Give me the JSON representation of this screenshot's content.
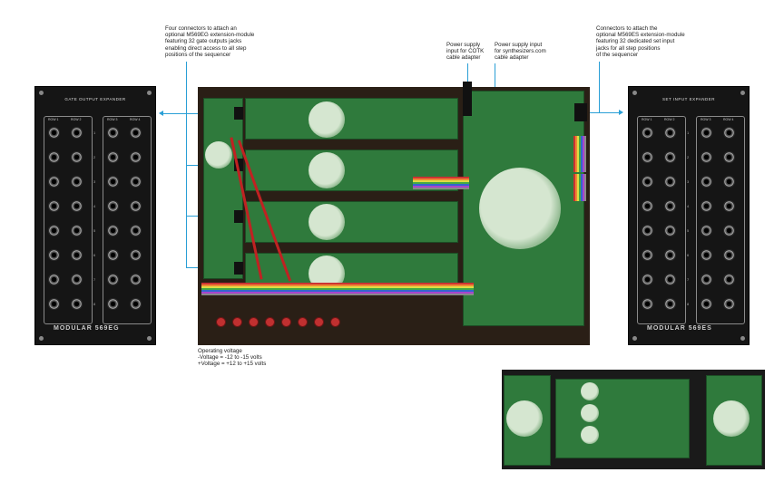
{
  "annotations": {
    "top_left": "Four connectors to attach an\noptional M569EG extension-module\nfeaturing 32 gate outputs jacks\nenabling direct access to all step\npositions of the sequencer",
    "cotk": "Power supply\ninput for COTK\ncable adapter",
    "synth": "Power supply input\nfor synthesizers.com\ncable adapter",
    "top_right": "Connectors to attach the\noptional M569ES extension-module\nfeaturing 32 dedicated set input\njacks for all step positions\nof the sequencer",
    "voltage": "Operating voltage\n-Voltage = -12 to -15 volts\n+Voltage = +12 to +15 volts"
  },
  "left_panel": {
    "title": "GATE OUTPUT EXPANDER",
    "logo": "MODULAR 569EG",
    "row_labels": [
      "ROW 1",
      "ROW 2",
      "ROW 3",
      "ROW 4"
    ],
    "step_numbers": [
      "1",
      "2",
      "3",
      "4",
      "5",
      "6",
      "7",
      "8"
    ]
  },
  "right_panel": {
    "title": "SET INPUT EXPANDER",
    "logo": "MODULAR 569ES",
    "row_labels": [
      "ROW 1",
      "ROW 2",
      "ROW 3",
      "ROW 4"
    ],
    "step_numbers": [
      "1",
      "2",
      "3",
      "4",
      "5",
      "6",
      "7",
      "8"
    ]
  },
  "colors": {
    "accent_line": "#2a9fd6",
    "pcb_green": "#2f7a3c",
    "panel_black": "#151515"
  }
}
